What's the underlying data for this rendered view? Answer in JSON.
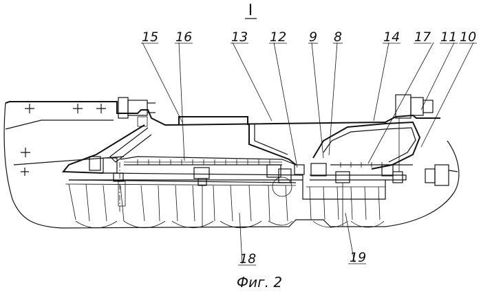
{
  "section_mark": "I",
  "caption": "Фиг. 2",
  "callouts": [
    "15",
    "16",
    "13",
    "12",
    "9",
    "8",
    "14",
    "17",
    "11",
    "10",
    "18",
    "19"
  ]
}
